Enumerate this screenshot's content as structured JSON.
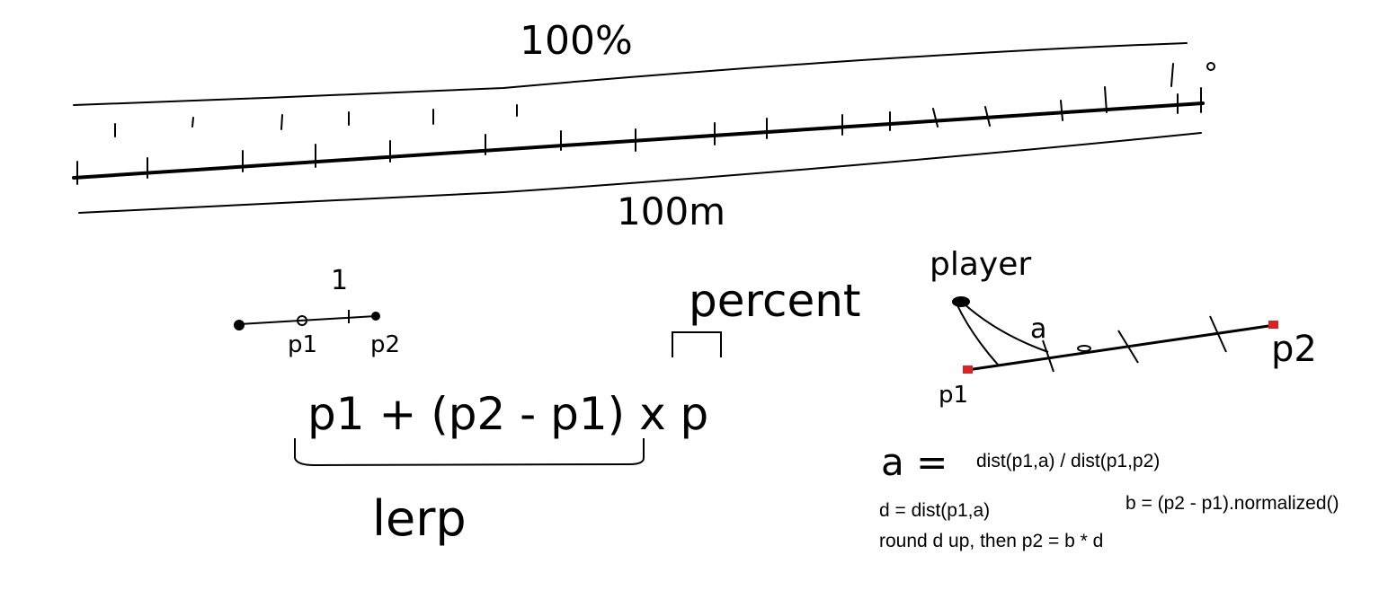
{
  "labels": {
    "percent_top": "100%",
    "meters_bottom": "100m",
    "unit_segment": "1",
    "p1": "p1",
    "p2": "p2",
    "percent": "percent",
    "lerp_formula": "p1 + (p2 - p1) x p",
    "lerp": "lerp",
    "player": "player",
    "a_mark": "a",
    "p1_right": "p1",
    "p2_right": "p2",
    "a_lhs": "a =",
    "a_rhs": "dist(p1,a) / dist(p1,p2)",
    "d_def": "d = dist(p1,a)",
    "b_def": "b = (p2 - p1).normalized()",
    "round_text": "round d up, then p2 = b * d"
  },
  "colors": {
    "ink": "#000000",
    "point_red": "#e02020"
  }
}
